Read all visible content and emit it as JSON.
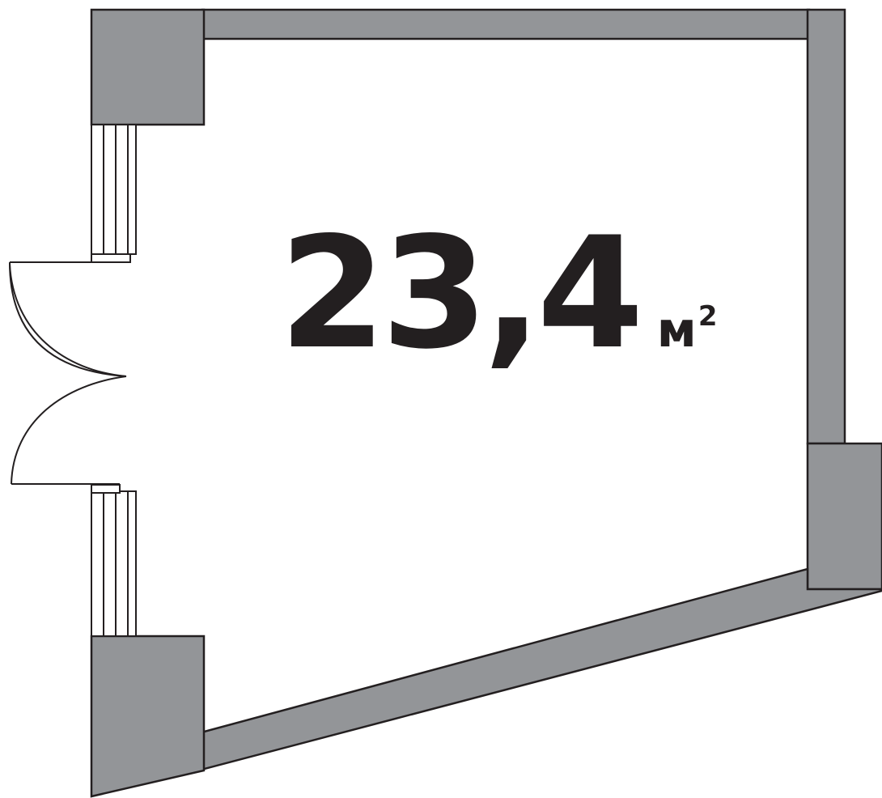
{
  "plan": {
    "area_value": "23,4",
    "area_unit": "м",
    "area_unit_power": "2"
  },
  "colors": {
    "wall_fill": "#939598",
    "outline": "#231f20",
    "background": "#ffffff"
  }
}
